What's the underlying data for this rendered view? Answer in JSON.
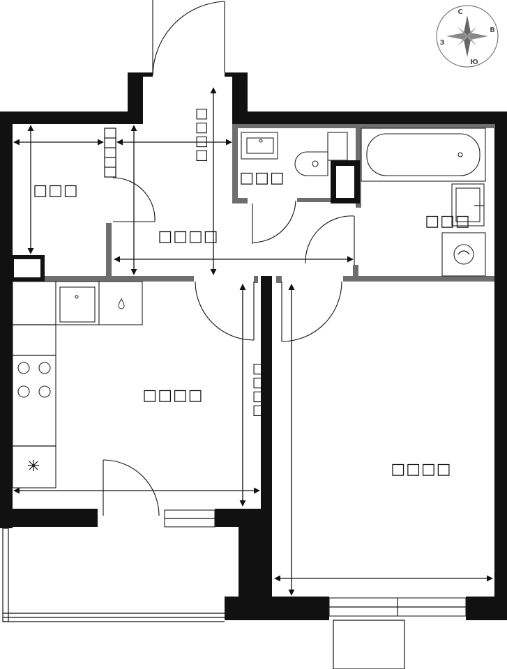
{
  "plan": {
    "rooms": {
      "storage": "□□□",
      "hallway": "□□□□",
      "bathroom_small": "□□□",
      "bathroom_main": "□□□",
      "kitchen": "□□□□",
      "bedroom": "□□□□"
    },
    "dimensions": {
      "hallway_vertical": "□□□□",
      "kitchen_vertical": "□□□□"
    },
    "compass": {
      "north": "С",
      "east": "В",
      "south": "Ю",
      "west": "З",
      "icon": "compass-rose-icon"
    }
  }
}
